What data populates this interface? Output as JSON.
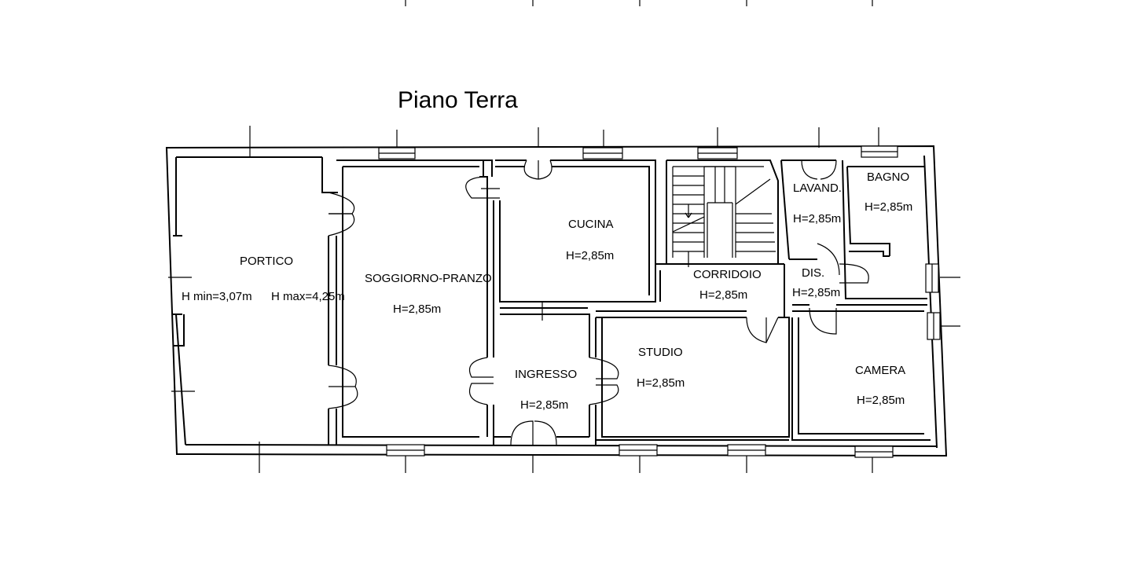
{
  "title": "Piano Terra",
  "rooms": {
    "portico": {
      "name": "PORTICO",
      "h_min": "H min=3,07m",
      "h_max": "H max=4,25m"
    },
    "soggiorno": {
      "name": "SOGGIORNO-PRANZO",
      "height": "H=2,85m"
    },
    "cucina": {
      "name": "CUCINA",
      "height": "H=2,85m"
    },
    "corridoio": {
      "name": "CORRIDOIO",
      "height": "H=2,85m"
    },
    "lavand": {
      "name": "LAVAND.",
      "height": "H=2,85m"
    },
    "bagno": {
      "name": "BAGNO",
      "height": "H=2,85m"
    },
    "dis": {
      "name": "DIS.",
      "height": "H=2,85m"
    },
    "ingresso": {
      "name": "INGRESSO",
      "height": "H=2,85m"
    },
    "studio": {
      "name": "STUDIO",
      "height": "H=2,85m"
    },
    "camera": {
      "name": "CAMERA",
      "height": "H=2,85m"
    }
  }
}
